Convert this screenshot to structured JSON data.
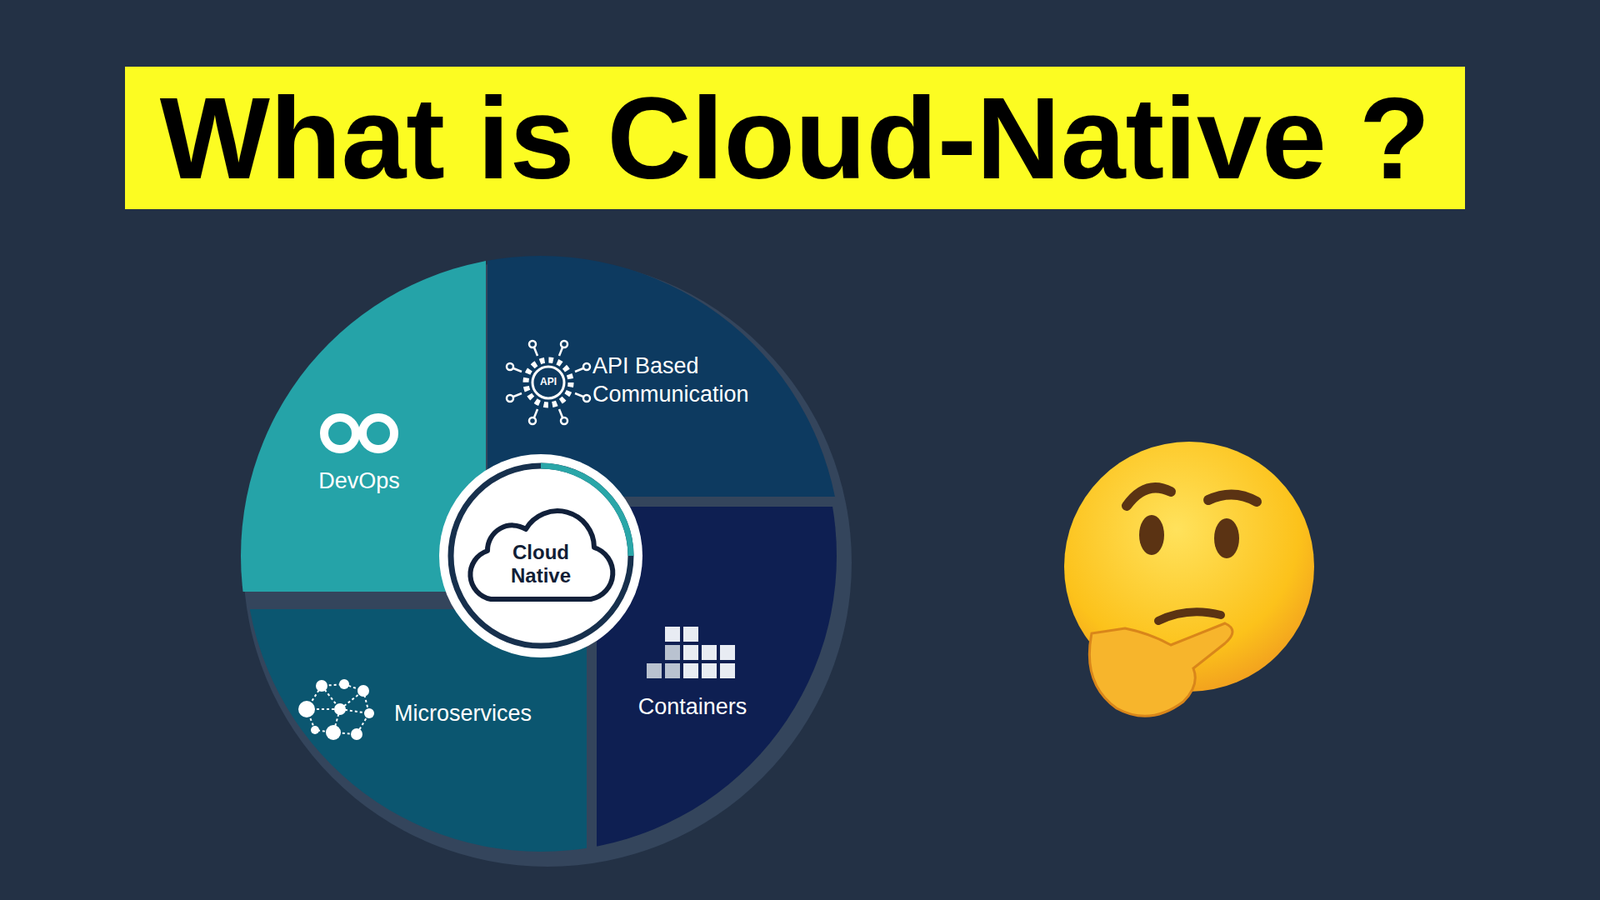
{
  "diagram": {
    "title": "What is Cloud-Native ?",
    "nodes": [
      {
        "text": [
          "DevOps"
        ]
      },
      {
        "text": [
          "API Based Communication"
        ]
      },
      {
        "text": [
          "Cloud Native"
        ]
      },
      {
        "text": [
          "Microservices"
        ]
      },
      {
        "text": [
          "Containers"
        ]
      }
    ],
    "labels": [
      "API"
    ]
  }
}
